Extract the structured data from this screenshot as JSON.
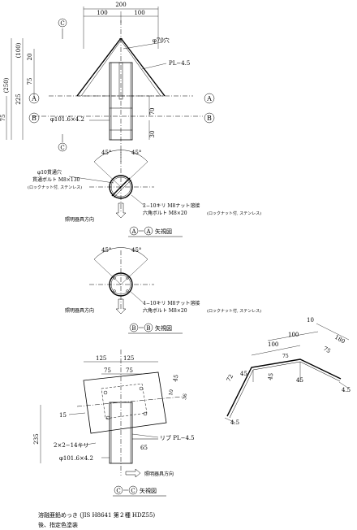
{
  "dims_top": {
    "d200": "200",
    "d100a": "100",
    "d100b": "100",
    "d250": "(250)",
    "d100p": "(100)",
    "d20": "20",
    "d75": "75",
    "d225": "225",
    "d75b": "75",
    "d70": "70",
    "d30": "30"
  },
  "labels_top": {
    "hole70": "φ70穴",
    "plate": "PL−4.5",
    "pipe": "φ101.6×4.2",
    "mark_a": "A",
    "mark_b": "B",
    "mark_c": "C"
  },
  "view_a": {
    "ang1": "45°",
    "ang2": "45°",
    "note1": "φ10貫通穴",
    "note2": "貫通ボルト M8×130",
    "note3": "(ロックナット付, ステンレス)",
    "note4": "2−10キリ M8ナット溶接",
    "note5": "六角ボルト M8×20",
    "note5b": "(ロックナット付, ステンレス)",
    "dir": "照明器具方向",
    "caption": "矢視図"
  },
  "view_b": {
    "ang1": "45°",
    "ang2": "45°",
    "note1": "4−10キリ M8ナット溶接",
    "note2": "六角ボルト M8×20",
    "note2b": "(ロックナット付, ステンレス)",
    "dir": "照明器具方向",
    "caption": "矢視図"
  },
  "view_c": {
    "d125a": "125",
    "d125b": "125",
    "d75a": "75",
    "d75b": "75",
    "d15": "15",
    "d45": "45",
    "d10": "10",
    "d36": "36",
    "d235": "235",
    "d65": "65",
    "holes": "2×2−14キリ",
    "rib": "リブ PL−4.5",
    "pipe": "φ101.6×4.2",
    "dir": "照明器具方向",
    "caption": "矢視図"
  },
  "detail": {
    "d10": "10",
    "d75a": "75",
    "d100a": "100",
    "d100b": "100",
    "d180": "180",
    "d75b": "75",
    "d45a": "45",
    "d45b": "45",
    "d45c": "45",
    "d45d": "4.5",
    "d45e": "4.5",
    "d72": "72"
  },
  "footer": {
    "line1": "溶融亜鉛めっき (JIS H8641 第２種 HDZ55)",
    "line2": "後、指定色塗装"
  }
}
